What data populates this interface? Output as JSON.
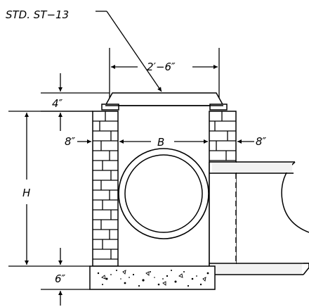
{
  "drawing": {
    "callout": "STD. ST−13",
    "lid_width": "2′−6″",
    "lid_height": "4″",
    "wall_left": "8″",
    "interior_width": "B",
    "wall_right": "8″",
    "depth": "H",
    "base_thickness": "6″"
  }
}
